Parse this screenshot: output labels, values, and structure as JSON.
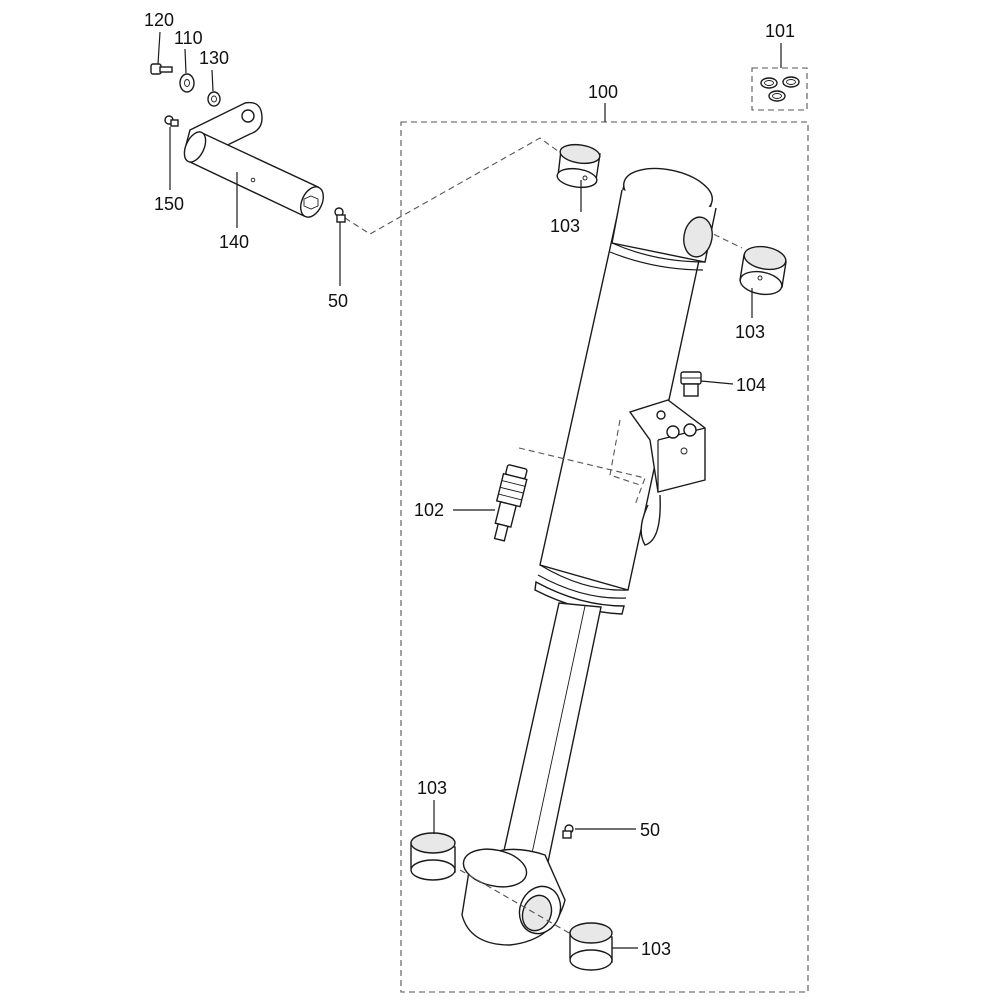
{
  "callouts": {
    "p100": "100",
    "p101": "101",
    "p102": "102",
    "p103_top": "103",
    "p103_right": "103",
    "p103_bottom_left": "103",
    "p103_bottom_right": "103",
    "p104": "104",
    "p50_top": "50",
    "p50_bottom": "50",
    "p110": "110",
    "p120": "120",
    "p130": "130",
    "p140": "140",
    "p150": "150"
  }
}
